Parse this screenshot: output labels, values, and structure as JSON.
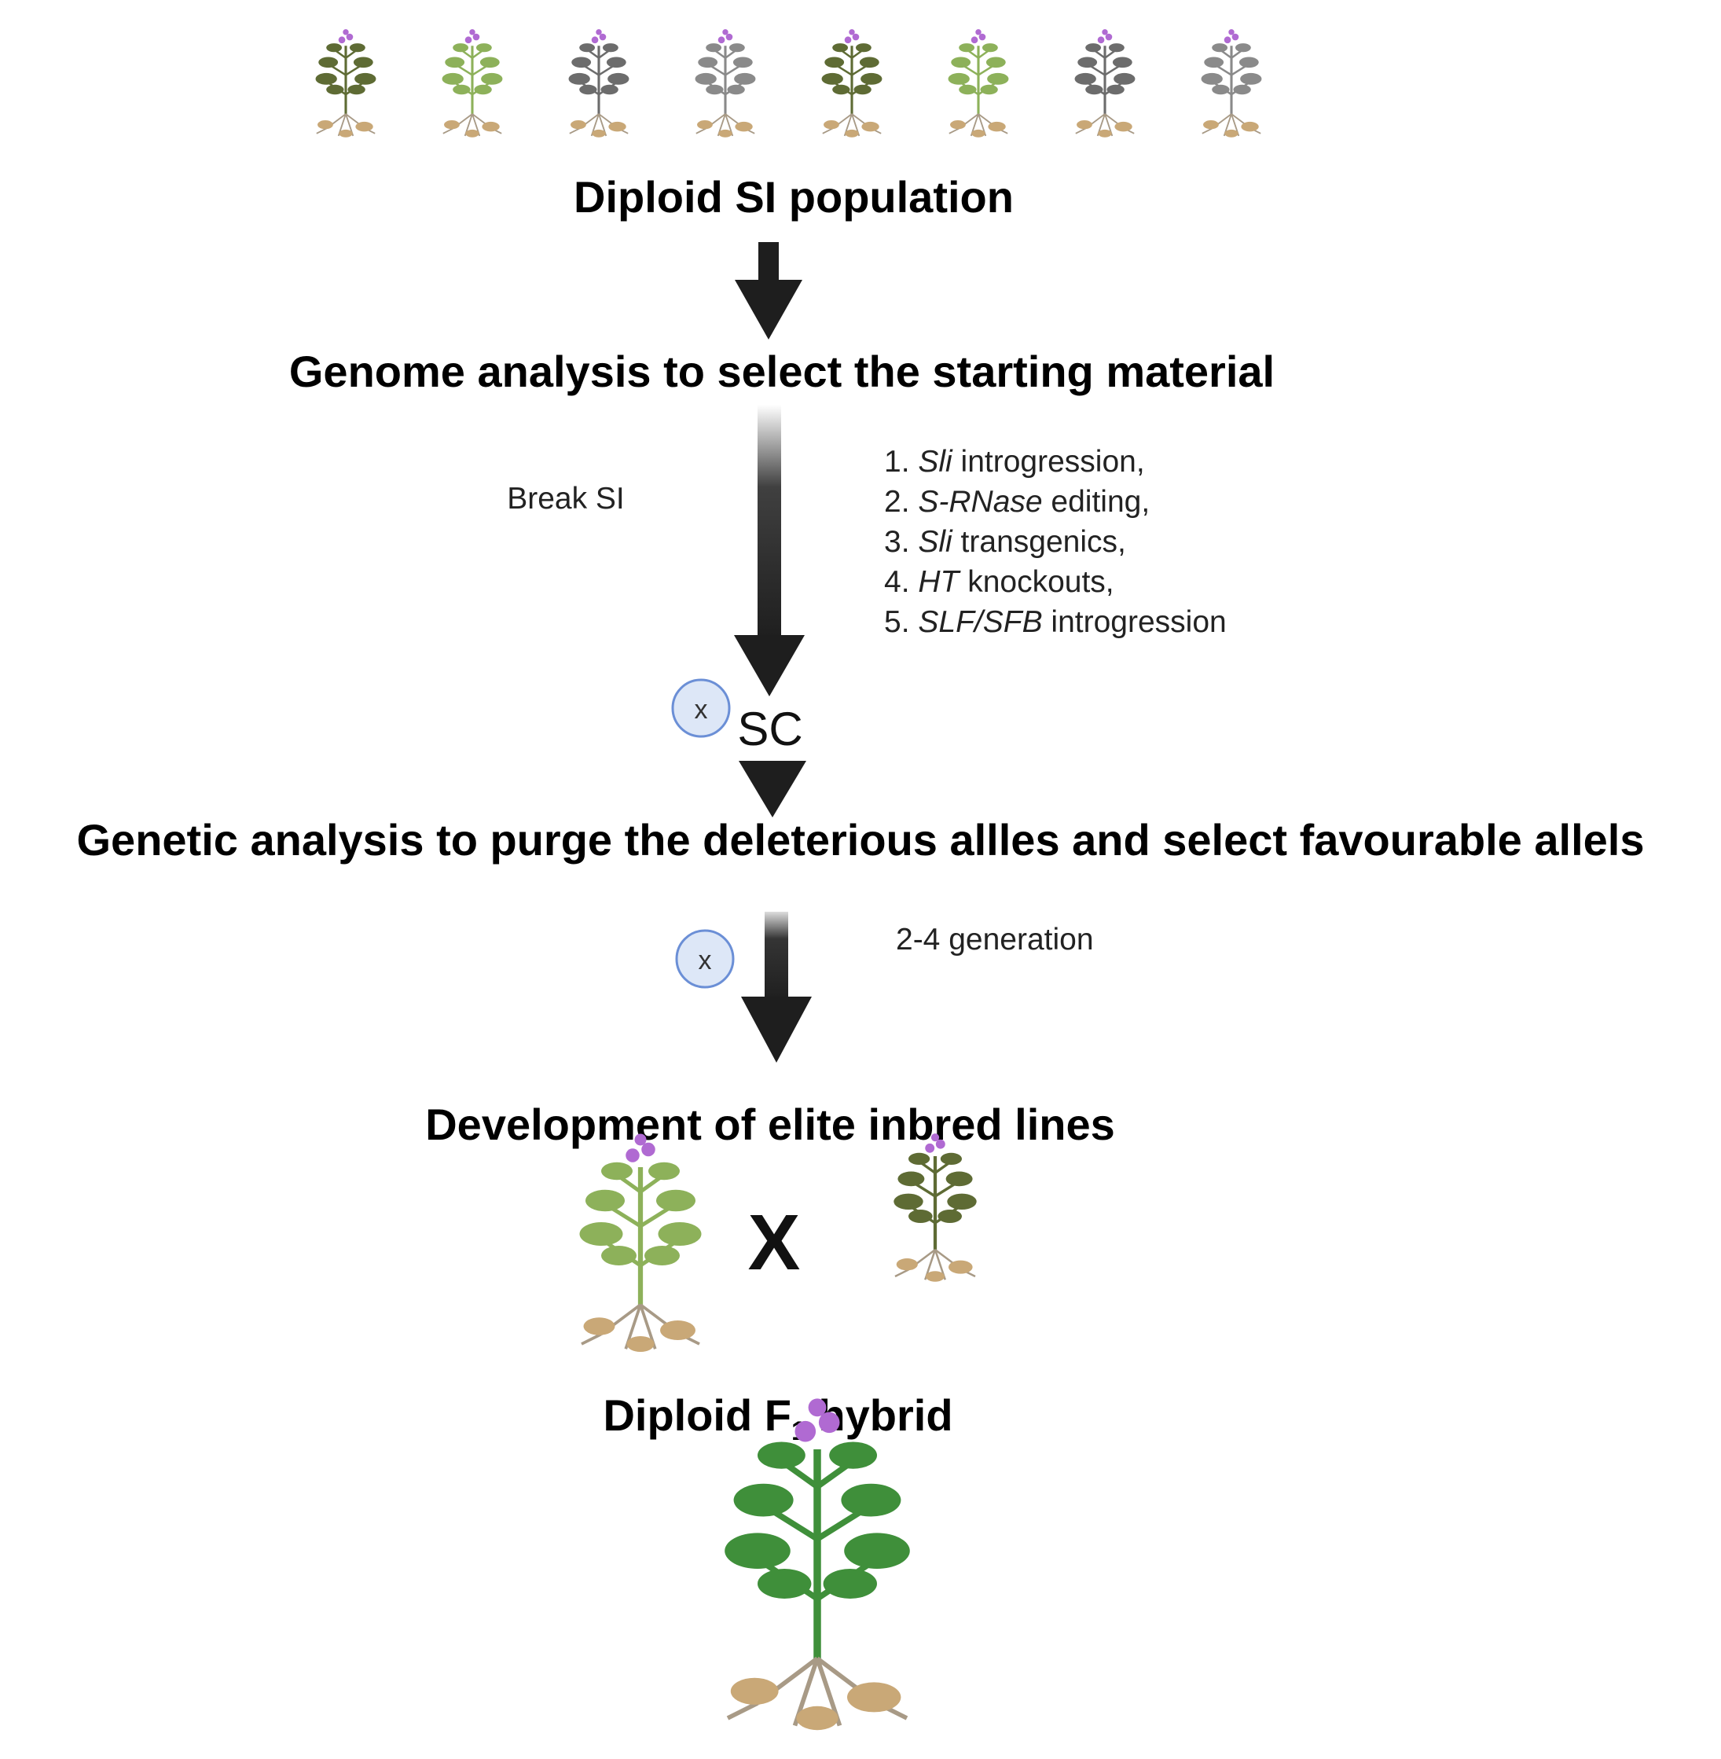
{
  "steps": {
    "population": "Diploid SI population",
    "genome": "Genome analysis to select the starting material",
    "genetic": "Genetic analysis to purge the deleterious allles and select favourable allels",
    "development": "Development of elite inbred lines",
    "hybrid_main": "Diploid F",
    "hybrid_sub": "1",
    "hybrid_tail": " hybrid"
  },
  "break_label": "Break SI",
  "sc_label": "SC",
  "self_symbol": "x",
  "generation_label": "2-4 generation",
  "cross_symbol": "X",
  "methods": [
    {
      "num": "1.",
      "gene": "Sli",
      "rest": " introgression,"
    },
    {
      "num": "2.",
      "gene": "S-RNase",
      "rest": " editing,"
    },
    {
      "num": "3.",
      "gene": "Sli",
      "rest": " transgenics,"
    },
    {
      "num": "4.",
      "gene": "HT",
      "rest": " knockouts,"
    },
    {
      "num": "5.",
      "gene": "SLF/SFB",
      "rest": " introgression"
    }
  ],
  "colors": {
    "arrow": "#1e1e1e",
    "leaf_dark_olive": "#5e6b34",
    "leaf_light_green": "#8db15a",
    "leaf_gray": "#6c6c6c",
    "leaf_hybrid": "#3f8f3a",
    "flower_purple": "#b06ad2",
    "tuber": "#c9a877",
    "self_circle": "#dde7f7"
  },
  "icons": {
    "plant": "potato-plant-icon",
    "self": "self-pollination-icon"
  }
}
